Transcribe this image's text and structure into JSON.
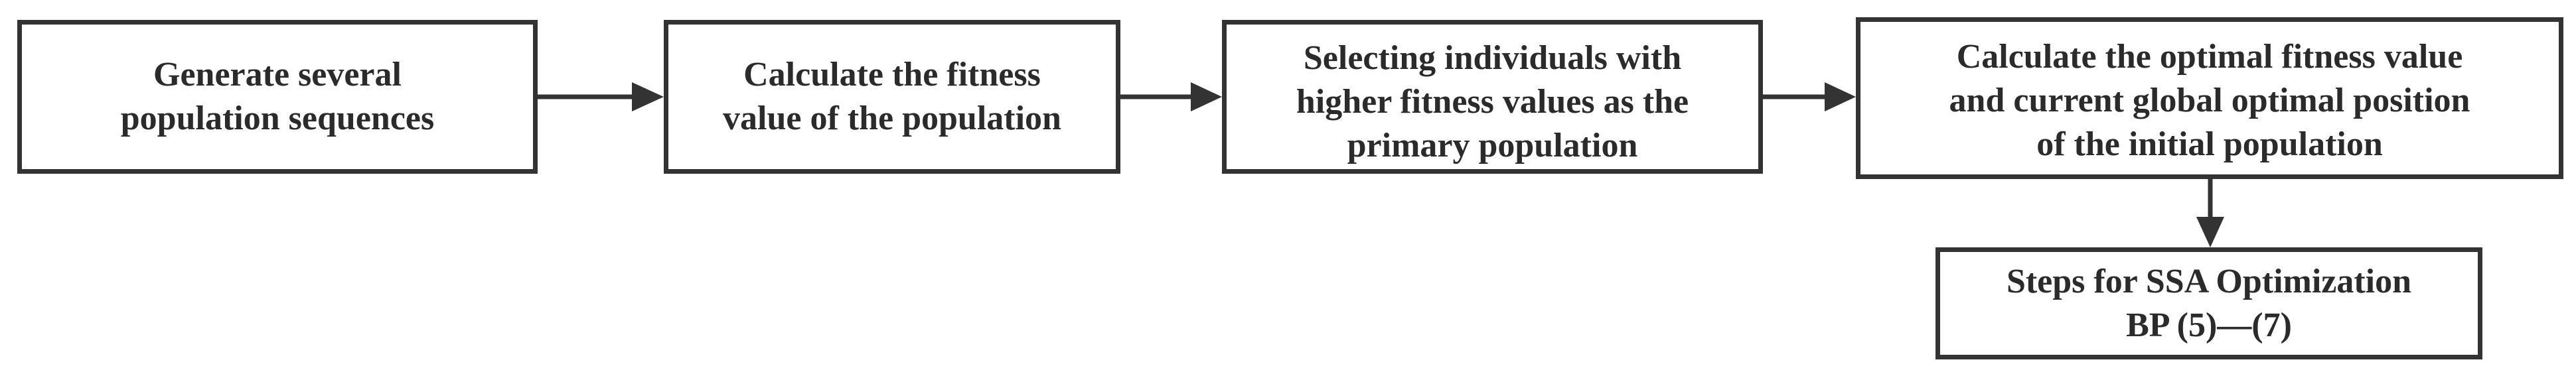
{
  "diagram": {
    "colors": {
      "stroke": "#333333",
      "text": "#2b2b2b",
      "background": "#ffffff"
    },
    "steps": [
      {
        "label": "Generate several\npopulation sequences"
      },
      {
        "label": "Calculate the fitness\nvalue of the population"
      },
      {
        "label": "Selecting individuals with\nhigher fitness values as the\nprimary population"
      },
      {
        "label": "Calculate the optimal fitness value\nand current global optimal position\nof the initial population"
      },
      {
        "label": "Steps for SSA Optimization\nBP (5)—(7)"
      }
    ]
  }
}
